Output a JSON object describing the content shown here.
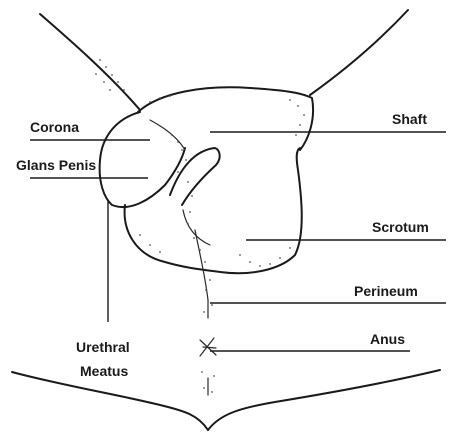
{
  "labels": {
    "corona": "Corona",
    "glans_penis": "Glans Penis",
    "urethral_meatus_line1": "Urethral",
    "urethral_meatus_line2": "Meatus",
    "shaft": "Shaft",
    "scrotum": "Scrotum",
    "perineum": "Perineum",
    "anus": "Anus"
  },
  "colors": {
    "ink": "#1a1a1a",
    "background": "#ffffff"
  }
}
